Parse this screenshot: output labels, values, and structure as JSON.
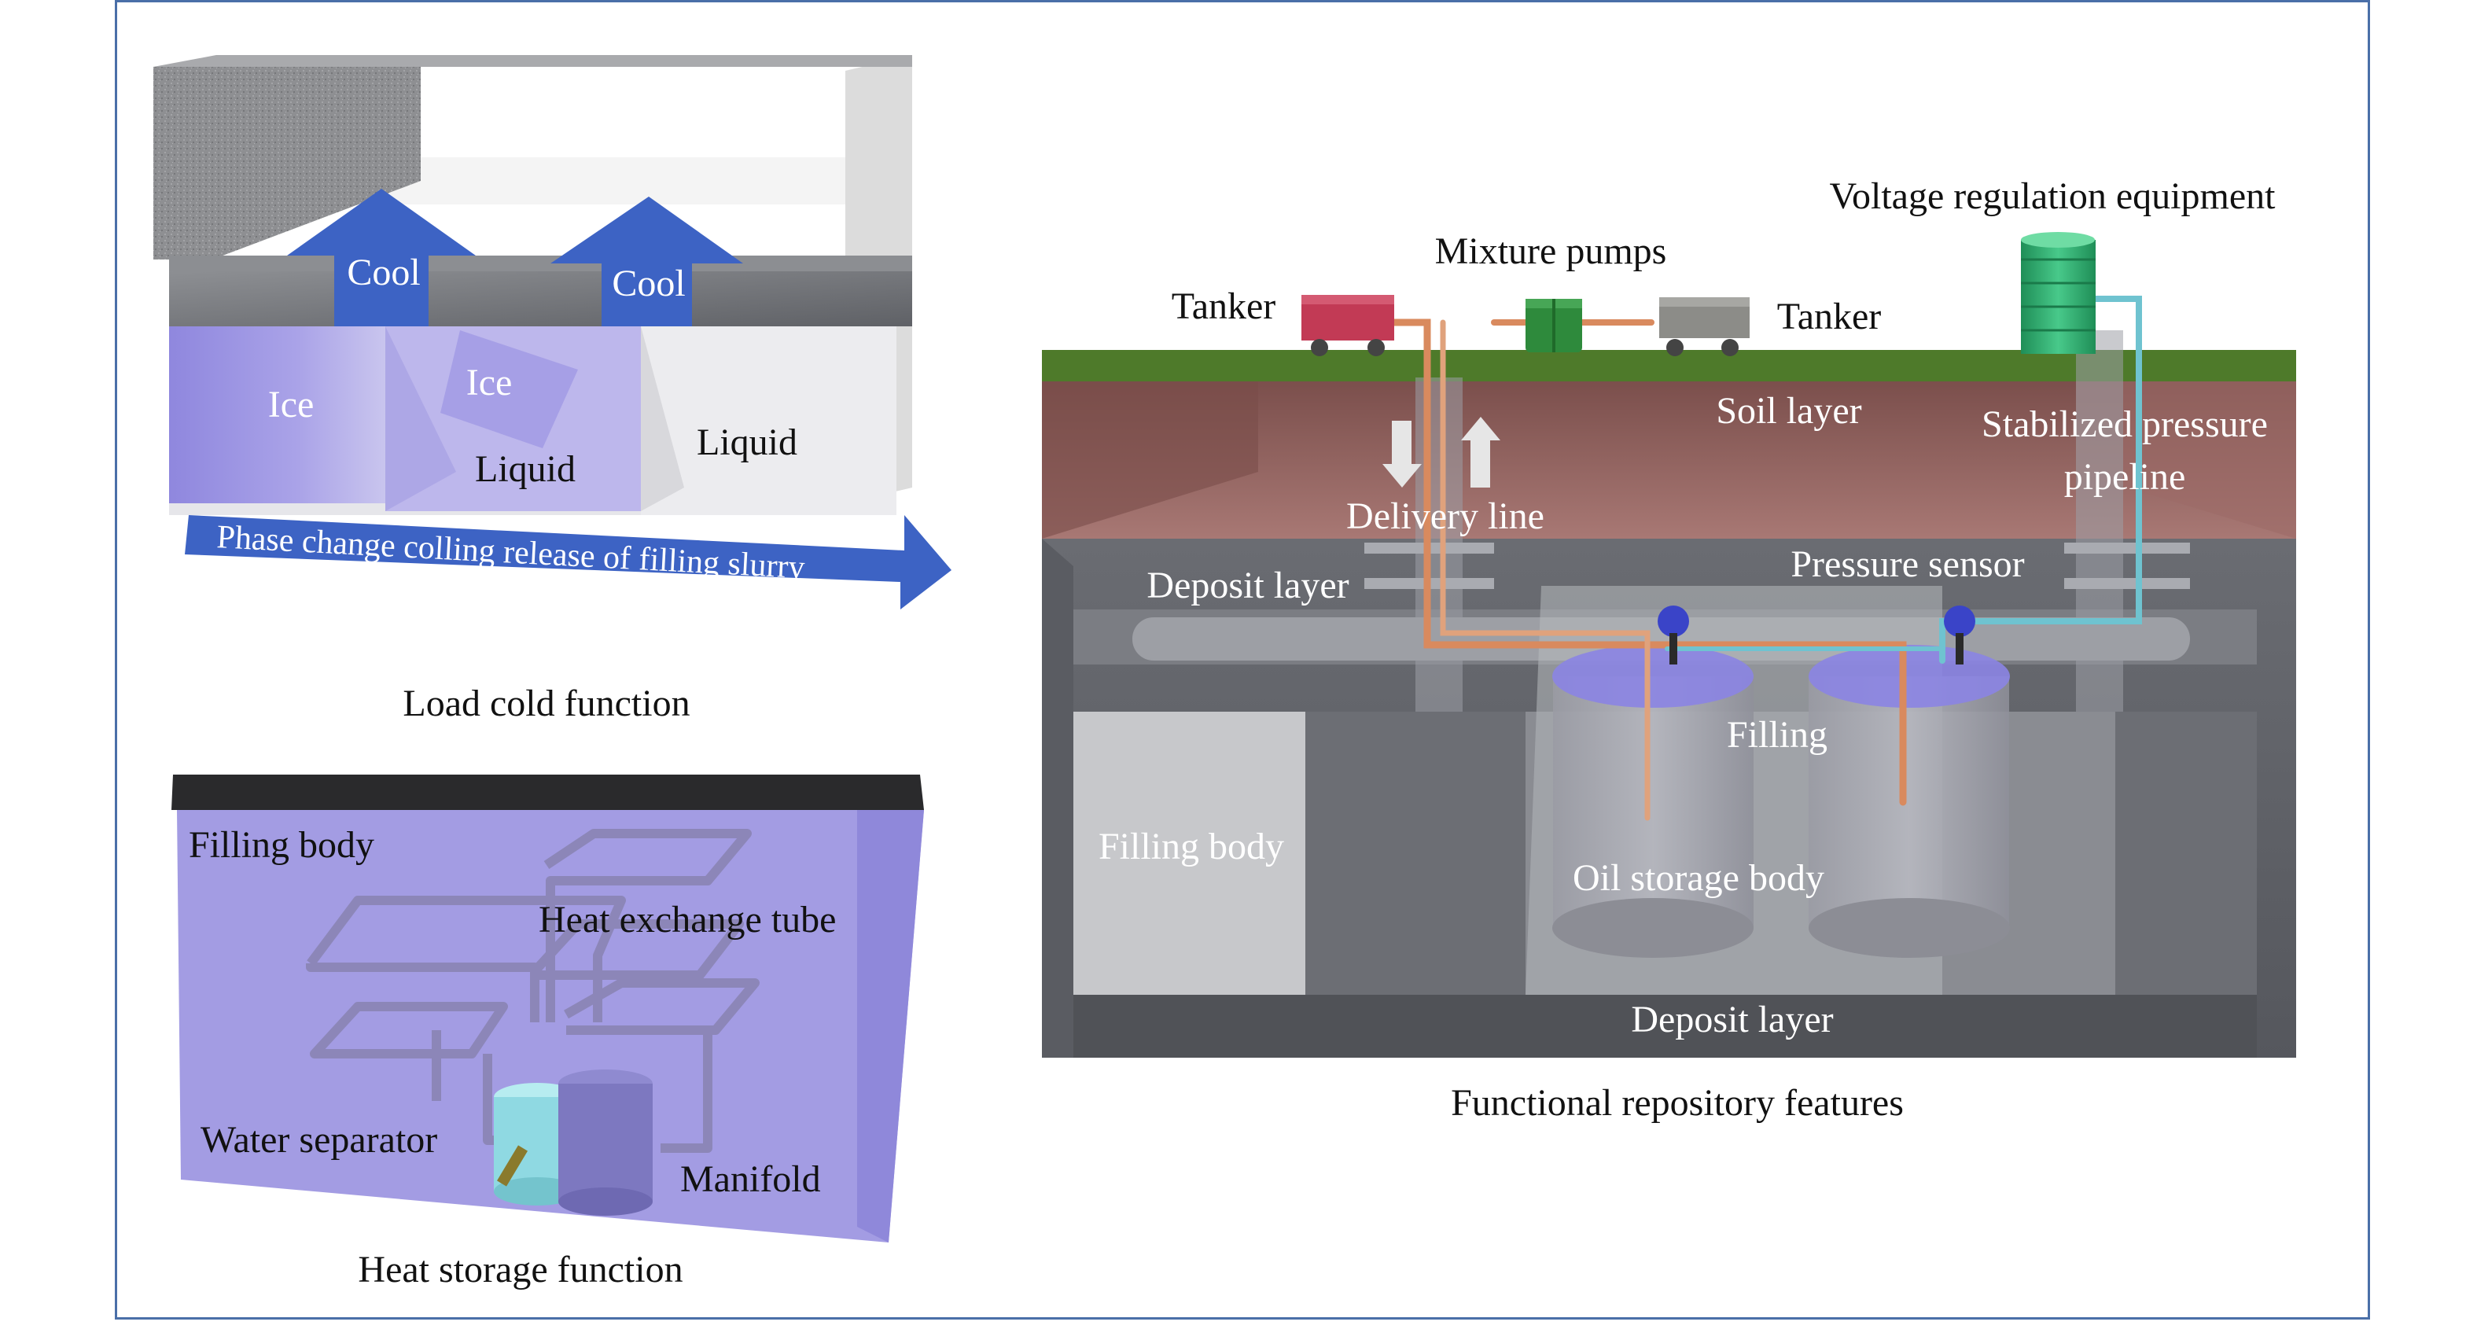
{
  "load_cold": {
    "caption": "Load cold function",
    "cool_left": "Cool",
    "cool_right": "Cool",
    "ice_left": "Ice",
    "ice_mid": "Ice",
    "liquid_mid": "Liquid",
    "liquid_right": "Liquid",
    "arrow_text": "Phase change colling release of filling slurry"
  },
  "heat_storage": {
    "caption": "Heat storage function",
    "filling_body": "Filling body",
    "heat_exchange_tube": "Heat exchange tube",
    "water_separator": "Water separator",
    "manifold": "Manifold"
  },
  "repository": {
    "caption": "Functional repository features",
    "voltage_regulation": "Voltage regulation equipment",
    "mixture_pumps": "Mixture pumps",
    "tanker_left": "Tanker",
    "tanker_right": "Tanker",
    "soil_layer": "Soil layer",
    "stabilized_pressure_1": "Stabilized pressure",
    "stabilized_pressure_2": "pipeline",
    "delivery_line": "Delivery line",
    "deposit_layer_top": "Deposit layer",
    "pressure_sensor": "Pressure sensor",
    "filling": "Filling",
    "filling_body": "Filling body",
    "oil_storage_body": "Oil storage body",
    "deposit_layer_bottom": "Deposit layer"
  },
  "colors": {
    "frame": "#4a6fa8",
    "arrow": "#3d63c4",
    "ice": "#9b93e0",
    "soil": "#8c5e5a",
    "grass": "#4e7a2a",
    "deposit": "#6e7076",
    "tanker_red": "#c23a55",
    "pump_green": "#2e8a3c",
    "tanker_gray": "#8c8c88",
    "voltage_green": "#2fae6e",
    "pipe_orange": "#d98a5e",
    "pipe_cyan": "#6fc3d0",
    "sensor": "#3a44c8"
  }
}
